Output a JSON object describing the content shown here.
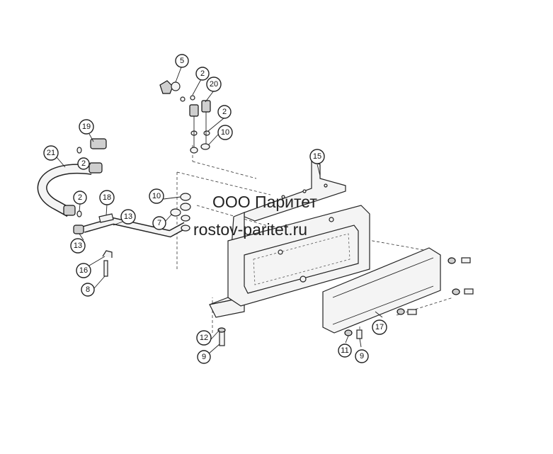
{
  "watermark": {
    "company": "ООО Паритет",
    "website": "rostov-paritet.ru"
  },
  "callouts": [
    {
      "id": "c5",
      "label": "5"
    },
    {
      "id": "c2a",
      "label": "2"
    },
    {
      "id": "c20",
      "label": "20"
    },
    {
      "id": "c2b",
      "label": "2"
    },
    {
      "id": "c10a",
      "label": "10"
    },
    {
      "id": "c19",
      "label": "19"
    },
    {
      "id": "c21",
      "label": "21"
    },
    {
      "id": "c2c",
      "label": "2"
    },
    {
      "id": "c2d",
      "label": "2"
    },
    {
      "id": "c18",
      "label": "18"
    },
    {
      "id": "c13a",
      "label": "13"
    },
    {
      "id": "c13b",
      "label": "13"
    },
    {
      "id": "c16",
      "label": "16"
    },
    {
      "id": "c8",
      "label": "8"
    },
    {
      "id": "c10b",
      "label": "10"
    },
    {
      "id": "c7",
      "label": "7"
    },
    {
      "id": "c15",
      "label": "15"
    },
    {
      "id": "c12",
      "label": "12"
    },
    {
      "id": "c9a",
      "label": "9"
    },
    {
      "id": "c17",
      "label": "17"
    },
    {
      "id": "c11",
      "label": "11"
    },
    {
      "id": "c9b",
      "label": "9"
    }
  ]
}
